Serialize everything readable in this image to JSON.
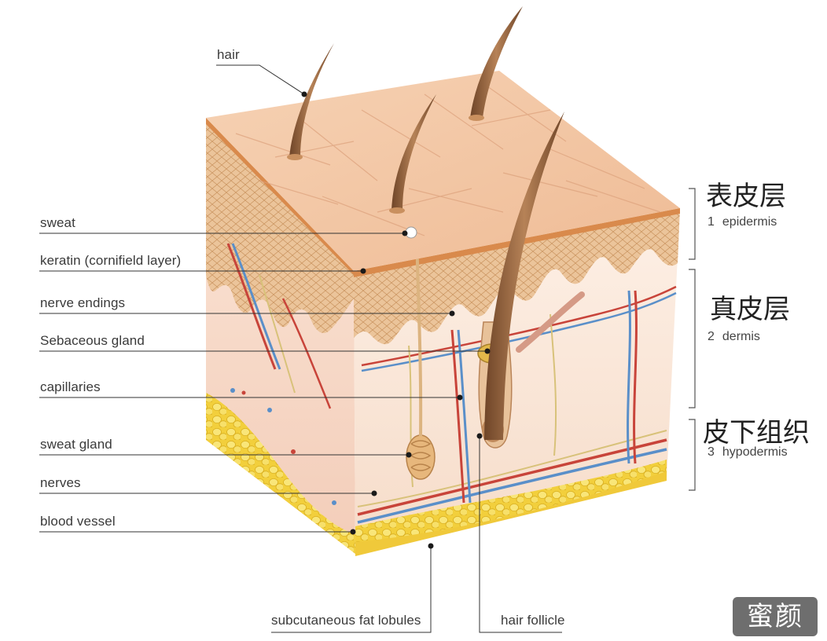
{
  "callouts": {
    "hair": "hair",
    "sweat": "sweat",
    "keratin": "keratin (cornifield layer)",
    "nerve_endings": "nerve endings",
    "sebaceous": "Sebaceous gland",
    "capillaries": "capillaries",
    "sweat_gland": "sweat gland",
    "nerves": "nerves",
    "blood_vessel": "blood vessel",
    "fat_lobules": "subcutaneous fat lobules",
    "hair_follicle": "hair follicle"
  },
  "layers": [
    {
      "cn": "表皮层",
      "num": "1",
      "en": "epidermis"
    },
    {
      "cn": "真皮层",
      "num": "2",
      "en": "dermis"
    },
    {
      "cn": "皮下组织",
      "num": "3",
      "en": "hypodermis"
    }
  ],
  "watermark": "蜜颜",
  "colors": {
    "epidermis_top": "#f3c9a6",
    "stratum": "#e7a064",
    "dermis": "#f7dccb",
    "fat": "#f2d34a",
    "artery": "#c8443a",
    "vein": "#5a8fc9",
    "nerve": "#d8c27a",
    "hair": "#9a6a44"
  }
}
